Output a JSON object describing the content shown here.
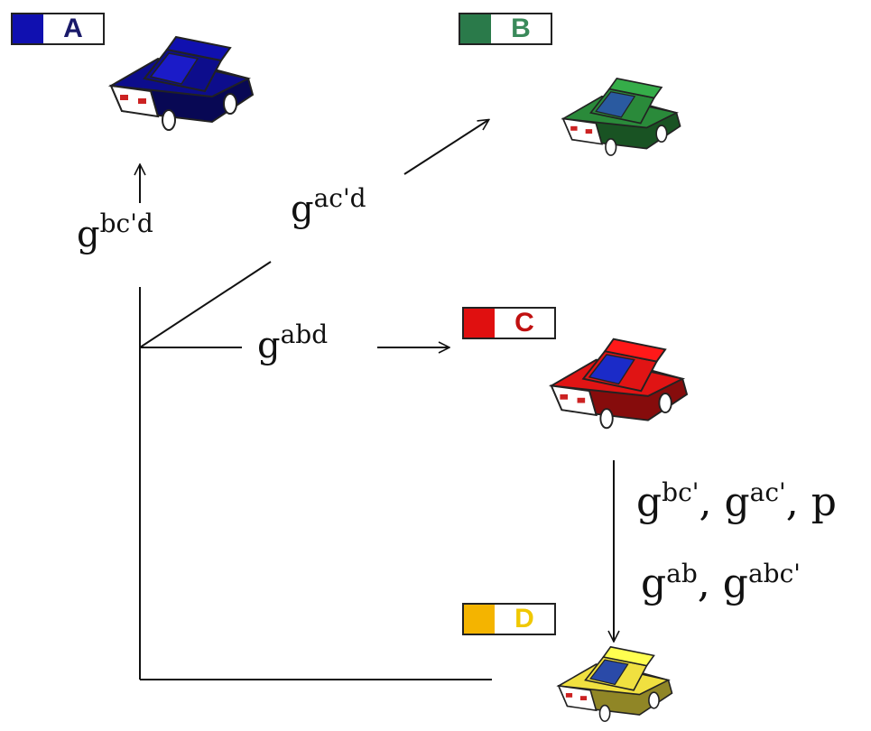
{
  "nodes": {
    "A": {
      "letter": "A",
      "color": "#1010b0",
      "text_color": "#1a1a6a",
      "car_color": "#0d0d8c",
      "car_roof": "#1b1bc8"
    },
    "B": {
      "letter": "B",
      "color": "#2a7a4a",
      "text_color": "#3a8a5a",
      "car_color": "#2a8a3a",
      "car_roof": "#2a5aa0"
    },
    "C": {
      "letter": "C",
      "color": "#e01010",
      "text_color": "#c01010",
      "car_color": "#e01414",
      "car_roof": "#1b2bc8"
    },
    "D": {
      "letter": "D",
      "color": "#f4b400",
      "text_color": "#f0c800",
      "car_color": "#f0e040",
      "car_roof": "#2a4aa8"
    }
  },
  "edges": {
    "to_A": {
      "base": "g",
      "sup": "bc'd"
    },
    "to_B": {
      "base": "g",
      "sup": "ac'd"
    },
    "to_C": {
      "base": "g",
      "sup": "abd"
    },
    "C_to_D_line1": {
      "items": [
        {
          "base": "g",
          "sup": "bc'"
        },
        {
          "base": "g",
          "sup": "ac'"
        },
        {
          "base": "p",
          "sup": ""
        }
      ]
    },
    "C_to_D_line2": {
      "items": [
        {
          "base": "g",
          "sup": "ab"
        },
        {
          "base": "g",
          "sup": "abc'"
        }
      ]
    }
  }
}
